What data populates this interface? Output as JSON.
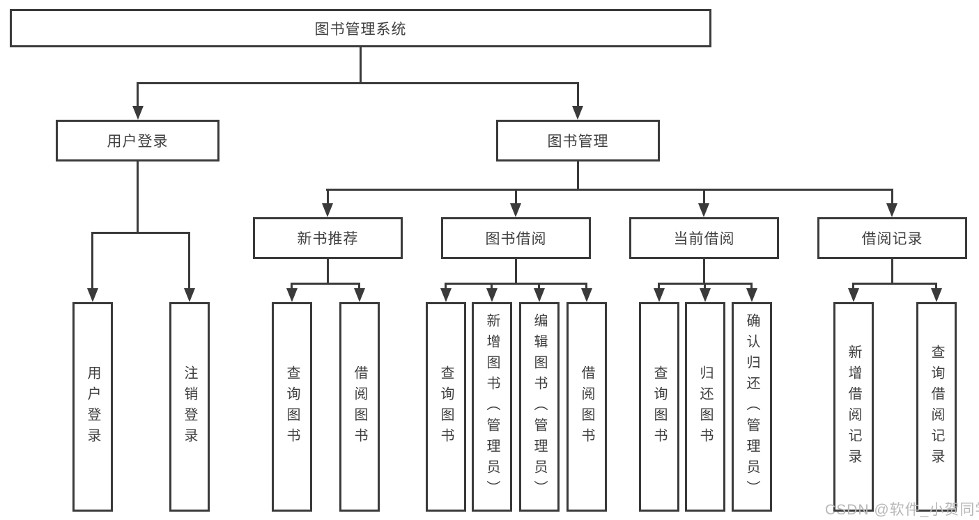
{
  "tree": {
    "root": {
      "id": "library-management-system",
      "label": "图书管理系统"
    },
    "level1": [
      {
        "id": "user-login",
        "label": "用户登录",
        "parent": "library-management-system"
      },
      {
        "id": "book-management",
        "label": "图书管理",
        "parent": "library-management-system"
      }
    ],
    "level2": [
      {
        "id": "new-book-recommendation",
        "label": "新书推荐",
        "parent": "book-management"
      },
      {
        "id": "book-borrowing",
        "label": "图书借阅",
        "parent": "book-management"
      },
      {
        "id": "current-borrowing",
        "label": "当前借阅",
        "parent": "book-management"
      },
      {
        "id": "borrowing-records",
        "label": "借阅记录",
        "parent": "book-management"
      }
    ],
    "leaves": [
      {
        "id": "user-login-action",
        "label": "用户登录",
        "parent": "user-login"
      },
      {
        "id": "logout-action",
        "label": "注销登录",
        "parent": "user-login"
      },
      {
        "id": "query-books-recommend",
        "label": "查询图书",
        "parent": "new-book-recommendation"
      },
      {
        "id": "borrow-books-recommend",
        "label": "借阅图书",
        "parent": "new-book-recommendation"
      },
      {
        "id": "query-books-borrowing",
        "label": "查询图书",
        "parent": "book-borrowing"
      },
      {
        "id": "add-books-admin",
        "label": "新增图书（管理员）",
        "parent": "book-borrowing"
      },
      {
        "id": "edit-books-admin",
        "label": "编辑图书（管理员）",
        "parent": "book-borrowing"
      },
      {
        "id": "borrow-books",
        "label": "借阅图书",
        "parent": "book-borrowing"
      },
      {
        "id": "query-books-current",
        "label": "查询图书",
        "parent": "current-borrowing"
      },
      {
        "id": "return-books",
        "label": "归还图书",
        "parent": "current-borrowing"
      },
      {
        "id": "confirm-return-admin",
        "label": "确认归还（管理员）",
        "parent": "current-borrowing"
      },
      {
        "id": "add-borrow-record",
        "label": "新增借阅记录",
        "parent": "borrowing-records"
      },
      {
        "id": "query-borrow-record",
        "label": "查询借阅记录",
        "parent": "borrowing-records"
      }
    ]
  },
  "watermark": {
    "text": "CSDN @软件_小贺同学"
  },
  "colors": {
    "line": "#3a3a3a",
    "box_border": "#3a3a3a",
    "label_text": "#3f3f3f",
    "watermark_text": "#b8b8b8",
    "background": "#ffffff"
  }
}
